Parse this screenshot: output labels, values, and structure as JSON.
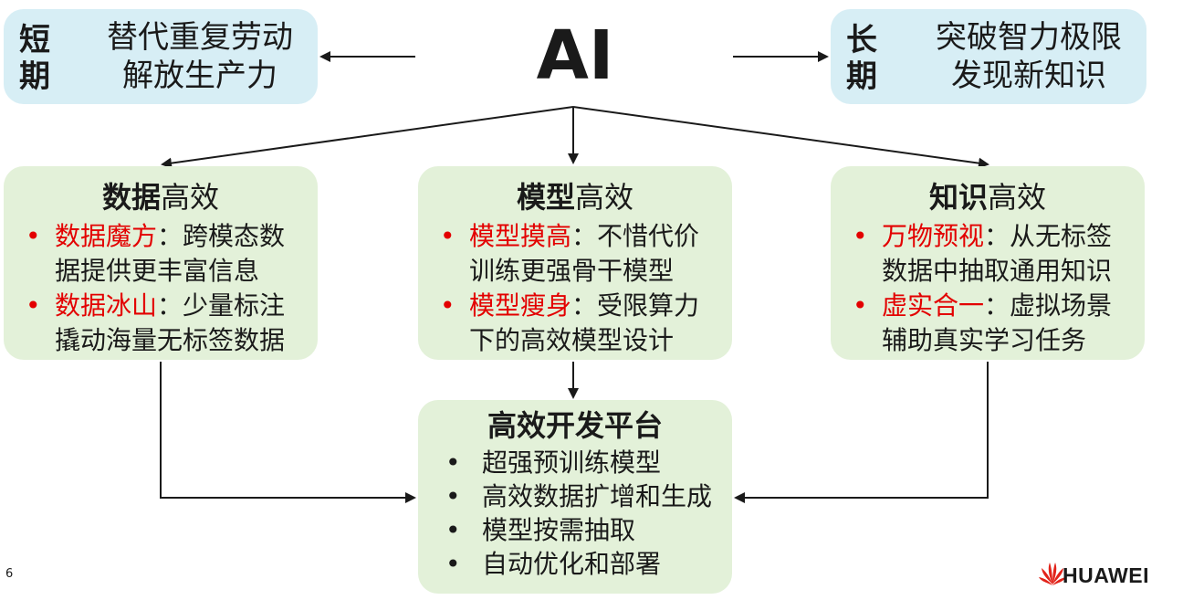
{
  "center": {
    "title": "AI"
  },
  "short_term": {
    "term": [
      "短",
      "期"
    ],
    "lines": [
      "替代重复劳动",
      "解放生产力"
    ]
  },
  "long_term": {
    "term": [
      "长",
      "期"
    ],
    "lines": [
      "突破智力极限",
      "发现新知识"
    ]
  },
  "data_box": {
    "title_bold": "数据",
    "title_rest": "高效",
    "bullets": [
      {
        "dot": "•",
        "red": "数据魔方",
        "rest": "：跨模态数",
        "line2": "据提供更丰富信息"
      },
      {
        "dot": "•",
        "red": "数据冰山",
        "rest": "：少量标注",
        "line2": "撬动海量无标签数据"
      }
    ]
  },
  "model_box": {
    "title_bold": "模型",
    "title_rest": "高效",
    "bullets": [
      {
        "dot": "•",
        "red": "模型摸高",
        "rest": "：不惜代价",
        "line2": "训练更强骨干模型"
      },
      {
        "dot": "•",
        "red": "模型瘦身",
        "rest": "：受限算力",
        "line2": "下的高效模型设计"
      }
    ]
  },
  "knowledge_box": {
    "title_bold": "知识",
    "title_rest": "高效",
    "bullets": [
      {
        "dot": "•",
        "red": "万物预视",
        "rest": "：从无标签",
        "line2": "数据中抽取通用知识"
      },
      {
        "dot": "•",
        "red": "虚实合一",
        "rest": "：虚拟场景",
        "line2": "辅助真实学习任务"
      }
    ]
  },
  "platform_box": {
    "title": "高效开发平台",
    "dot": "•",
    "items": [
      "超强预训练模型",
      "高效数据扩增和生成",
      "模型按需抽取",
      "自动优化和部署"
    ]
  },
  "footer": {
    "page_number": "6",
    "logo_text": "HUAWEI"
  },
  "colors": {
    "blue_box": "#d7eef5",
    "green_box": "#e3f1d9",
    "highlight": "#e30000",
    "logo_red": "#e2231a"
  }
}
